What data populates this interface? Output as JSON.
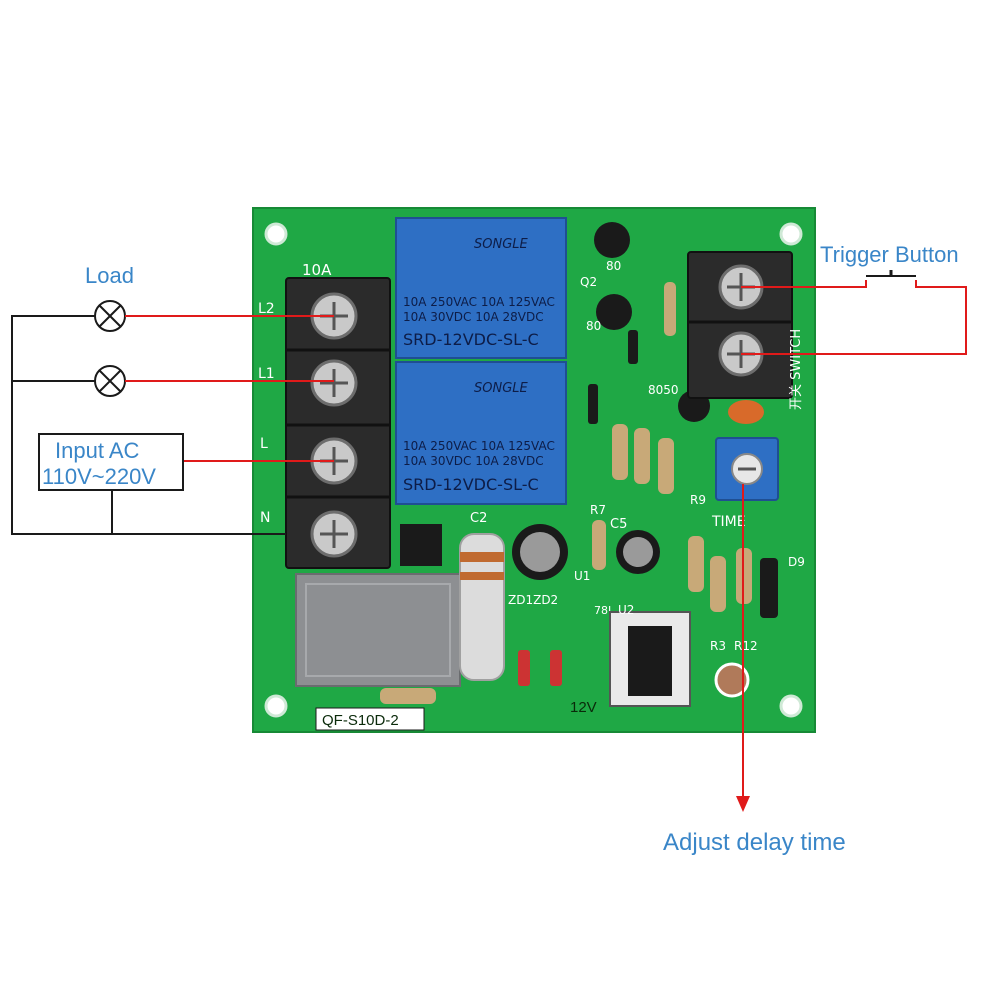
{
  "annotations": {
    "load": "Load",
    "trigger_button": "Trigger Button",
    "input_ac_line1": "Input AC",
    "input_ac_line2": "110V~220V",
    "adjust_delay": "Adjust delay time"
  },
  "board": {
    "current_rating": "10A",
    "model": "QF-S10D-2",
    "voltage": "12V",
    "time_label": "TIME",
    "switch_label": "开关 SWITCH",
    "terminals": [
      "L2",
      "L1",
      "L",
      "N"
    ],
    "components": {
      "q2": "Q2",
      "r7": "R7",
      "r9": "R9",
      "c2": "C2",
      "c5": "C5",
      "u1": "U1",
      "u2": "U2",
      "d9": "D9",
      "r3": "R3",
      "r12": "R12",
      "zd": "ZD1ZD2",
      "part80a": "80",
      "part80b": "80",
      "part8050": "8050",
      "ic78l": "78L"
    }
  },
  "relays": [
    {
      "brand": "SONGLE",
      "line1": "10A 250VAC  10A 125VAC",
      "line2": "10A  30VDC  10A  28VDC",
      "model": "SRD-12VDC-SL-C"
    },
    {
      "brand": "SONGLE",
      "line1": "10A 250VAC  10A 125VAC",
      "line2": "10A  30VDC  10A  28VDC",
      "model": "SRD-12VDC-SL-C"
    }
  ],
  "colors": {
    "pcb": "#1fa845",
    "relay": "#2e6fc4",
    "annotation_text": "#3a86c8",
    "wire": "#e01a1a",
    "terminal": "#2b2b2b"
  }
}
